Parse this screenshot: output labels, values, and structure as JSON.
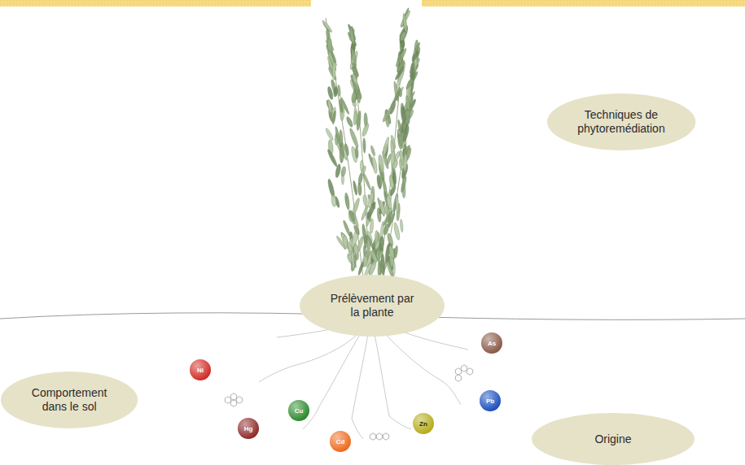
{
  "diagram": {
    "nodes": [
      {
        "text": [
          "Techniques de phytoremédiation"
        ]
      },
      {
        "text": [
          "Prélèvement par la plante"
        ]
      },
      {
        "text": [
          "Comportement dans le sol"
        ]
      },
      {
        "text": [
          "Origine"
        ]
      }
    ],
    "labels": [
      "Ni",
      "Hg",
      "Cu",
      "Cd",
      "Zn",
      "Pb",
      "As"
    ]
  }
}
